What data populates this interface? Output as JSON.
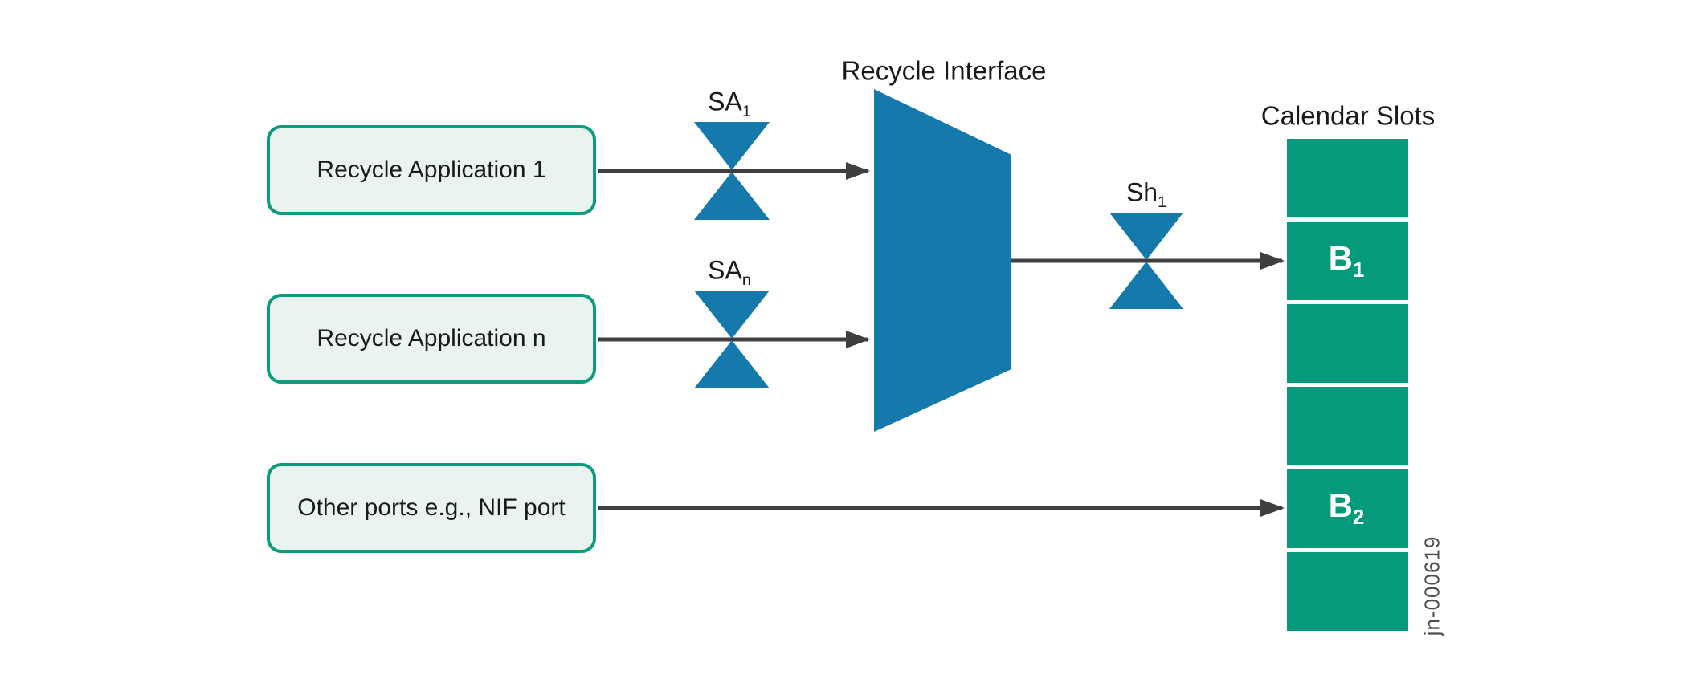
{
  "diagram": {
    "recycle_interface_label": "Recycle Interface",
    "sources": [
      {
        "label": "Recycle Application 1"
      },
      {
        "label": "Recycle Application n"
      },
      {
        "label": "Other ports e.g., NIF port"
      }
    ],
    "shapers": [
      {
        "base": "SA",
        "sub": "1"
      },
      {
        "base": "SA",
        "sub": "n"
      },
      {
        "base": "Sh",
        "sub": "1"
      }
    ],
    "calendar": {
      "title": "Calendar Slots",
      "slots": [
        {
          "base": "",
          "sub": ""
        },
        {
          "base": "B",
          "sub": "1"
        },
        {
          "base": "",
          "sub": ""
        },
        {
          "base": "",
          "sub": ""
        },
        {
          "base": "B",
          "sub": "2"
        },
        {
          "base": "",
          "sub": ""
        }
      ]
    },
    "figure_id": "jn-000619",
    "colors": {
      "shape_blue": "#1579AC",
      "slot_teal": "#069A7D",
      "box_border_green": "#0D9C7D",
      "box_fill_green": "#EAF4EF",
      "arrow_gray": "#3F3F3F",
      "text_dark": "#1A1A1A",
      "figure_id_gray": "#4D4D4D"
    }
  }
}
